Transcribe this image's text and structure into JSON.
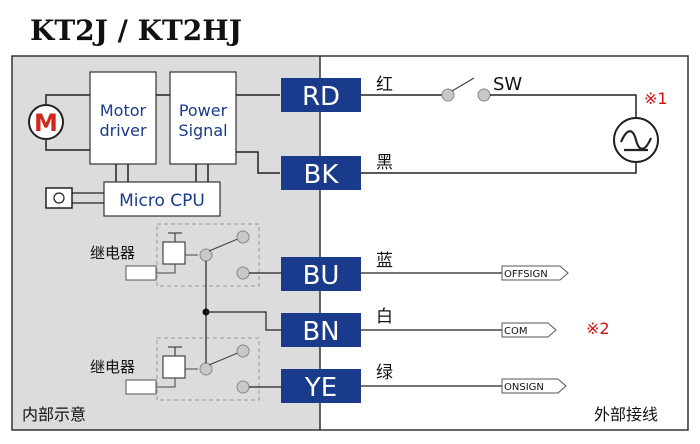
{
  "title": "KT2J / KT2HJ",
  "internal_label": "内部示意",
  "external_label": "外部接线",
  "motor_symbol": "M",
  "blocks": {
    "motor_driver": [
      "Motor",
      "driver"
    ],
    "power_signal": [
      "Power",
      "Signal"
    ],
    "cpu": "Micro CPU"
  },
  "relay_label": "继电器",
  "terminals": [
    {
      "code": "RD",
      "wire": "红"
    },
    {
      "code": "BK",
      "wire": "黑"
    },
    {
      "code": "BU",
      "wire": "蓝"
    },
    {
      "code": "BN",
      "wire": "白"
    },
    {
      "code": "YE",
      "wire": "绿"
    }
  ],
  "switch_label": "SW",
  "outputs": [
    "OFFSIGN",
    "COM",
    "ONSIGN"
  ],
  "notes": [
    "※1",
    "※2"
  ],
  "colors": {
    "terminal_bg": "#1a3a8c",
    "internal_bg": "#dcdcdc",
    "note": "#d01010",
    "motor": "#d0281c",
    "block_text": "#1a3a8c",
    "line": "#222222"
  }
}
